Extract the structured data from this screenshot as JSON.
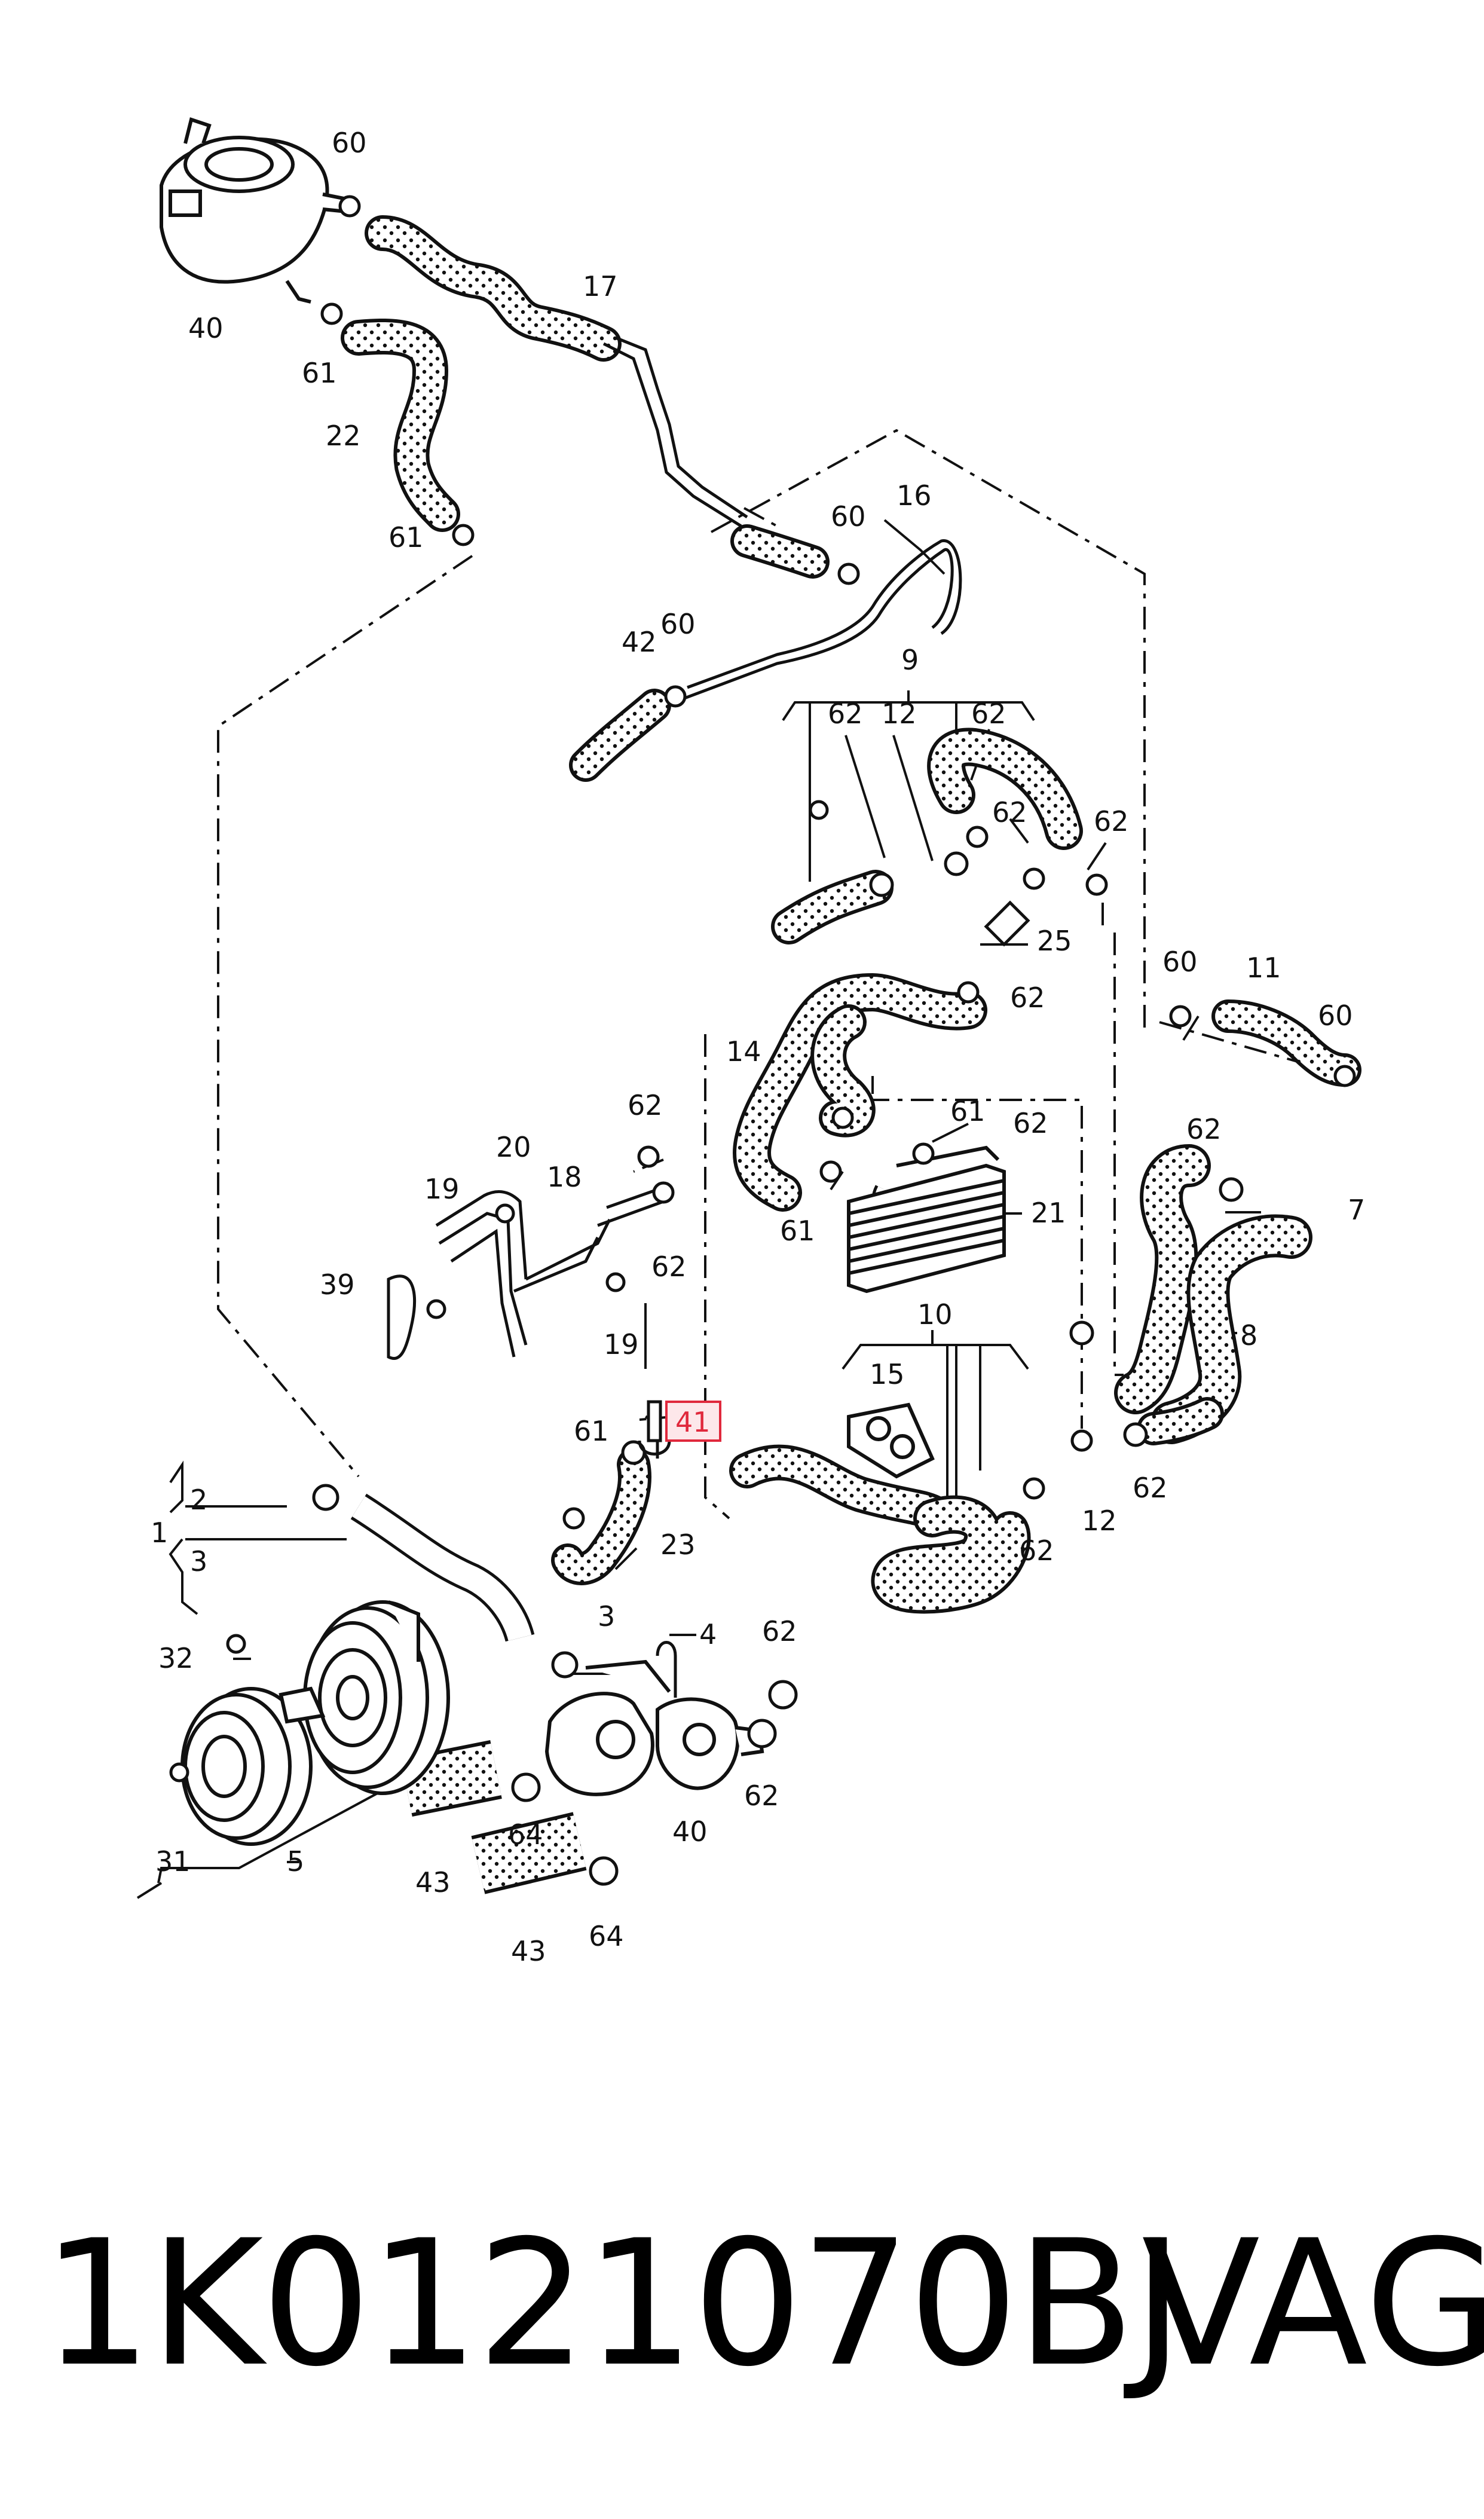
{
  "diagram": {
    "callouts": {
      "n40_top": "40",
      "n60_a": "60",
      "n17": "17",
      "n61_a": "61",
      "n22": "22",
      "n61_b": "61",
      "n16": "16",
      "n60_b": "60",
      "n42": "42",
      "n60_c": "60",
      "n9": "9",
      "n62_a": "62",
      "n12_a": "12",
      "n62_b": "62",
      "n62_c": "62",
      "n62_d": "62",
      "n25": "25",
      "n62_e": "62",
      "n60_d": "60",
      "n11": "11",
      "n60_e": "60",
      "n14": "14",
      "n61_c": "61",
      "n61_d": "61",
      "n21": "21",
      "n62_f": "62",
      "n7": "7",
      "n62_g": "62",
      "n8": "8",
      "n20": "20",
      "n18": "18",
      "n62_h": "62",
      "n19_a": "19",
      "n62_i": "62",
      "n39": "39",
      "n19_b": "19",
      "n10": "10",
      "n15": "15",
      "n61_e": "61",
      "n41": "41",
      "n23": "23",
      "n2": "2",
      "n1": "1",
      "n3_a": "3",
      "n3_b": "3",
      "n4": "4",
      "n62_j": "62",
      "n62_k": "62",
      "n12_b": "12",
      "n62_l": "62",
      "n32": "32",
      "n31": "31",
      "n5": "5",
      "n64_a": "64",
      "n40_bottom": "40",
      "n62_m": "62",
      "n43_a": "43",
      "n64_b": "64",
      "n43_b": "43"
    },
    "highlight_callout": "41"
  },
  "footer": {
    "part_number": "1K0121070BJ",
    "brand": "VAG"
  },
  "colors": {
    "line": "#111111",
    "highlight": "#e0283c",
    "highlight_fill": "#fde7ea",
    "background": "#ffffff"
  }
}
